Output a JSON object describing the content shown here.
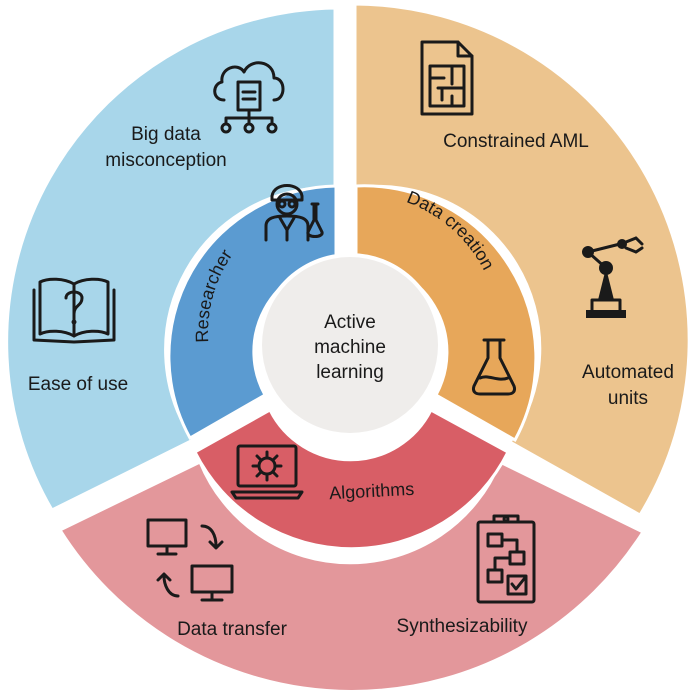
{
  "center": {
    "lines": [
      "Active",
      "machine",
      "learning"
    ]
  },
  "inner_ring": {
    "researcher": {
      "label": "Researcher",
      "icon": "researcher-icon",
      "color": "#5b9bd1"
    },
    "data_creation": {
      "label": "Data creation",
      "icon": "flask-icon",
      "color": "#e7a75a"
    },
    "algorithms": {
      "label": "Algorithms",
      "icon": "laptop-gear-icon",
      "color": "#d85e66"
    }
  },
  "outer_ring": {
    "blue": {
      "color": "#a8d6ea",
      "big_data": {
        "lines": [
          "Big data",
          "misconception"
        ],
        "icon": "cloud-document-icon"
      },
      "ease_of_use": {
        "label": "Ease of use",
        "icon": "open-book-question-icon"
      }
    },
    "orange": {
      "color": "#ecc48e",
      "constrained": {
        "label": "Constrained AML",
        "icon": "document-maze-icon"
      },
      "automated": {
        "lines": [
          "Automated",
          "units"
        ],
        "icon": "robot-arm-icon"
      }
    },
    "red": {
      "color": "#e3979b",
      "transfer": {
        "label": "Data transfer",
        "icon": "computer-transfer-icon"
      },
      "synth": {
        "label": "Synthesizability",
        "icon": "clipboard-flowchart-icon"
      }
    }
  }
}
